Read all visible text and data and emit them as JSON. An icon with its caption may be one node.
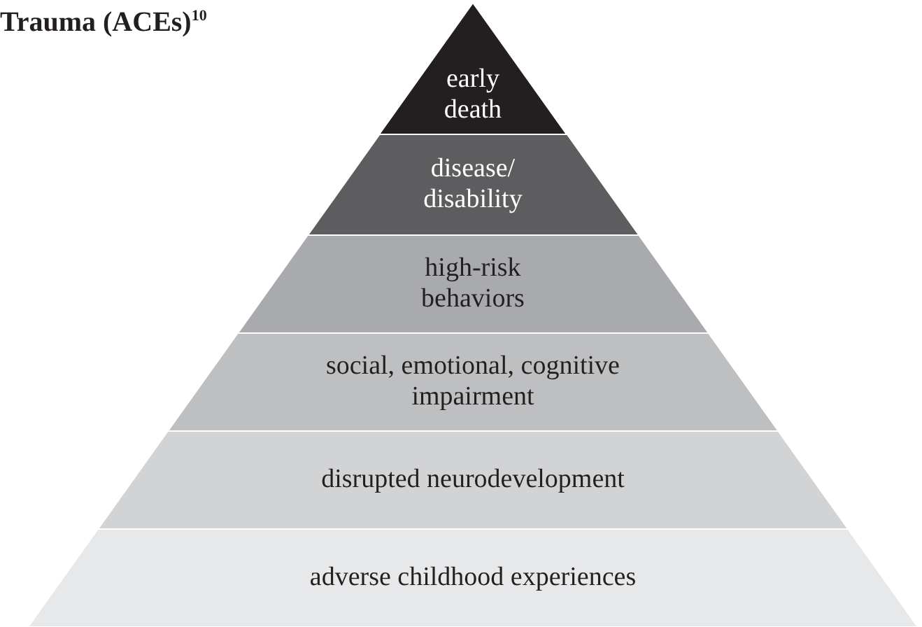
{
  "diagram": {
    "title": "Trauma (ACEs)$^{10}$",
    "nodes": [
      {
        "text": [
          "early death"
        ]
      },
      {
        "text": [
          "disease/ disability"
        ]
      },
      {
        "text": [
          "high-risk behaviors"
        ]
      },
      {
        "text": [
          "social, emotional, cognitive impairment"
        ]
      },
      {
        "text": [
          "disrupted neurodevelopment"
        ]
      },
      {
        "text": [
          "adverse childhood experiences"
        ]
      }
    ]
  }
}
